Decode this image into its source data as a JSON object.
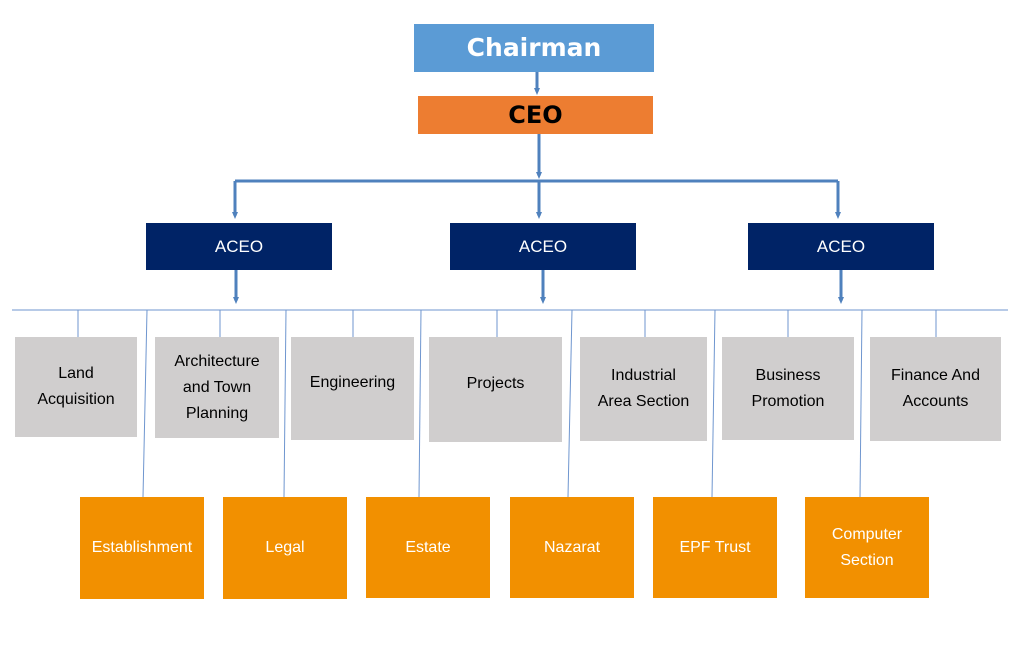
{
  "colors": {
    "chairman": "#5b9bd5",
    "ceo": "#ed7d31",
    "aceo": "#002366",
    "department": "#d0cece",
    "section": "#f29000",
    "connector": "#5b8ac6"
  },
  "chairman": "Chairman",
  "ceo": "CEO",
  "aceos": [
    "ACEO",
    "ACEO",
    "ACEO"
  ],
  "departments": [
    "Land Acquisition",
    "Architecture and Town Planning",
    "Engineering",
    "Projects",
    "Industrial Area Section",
    "Business Promotion",
    "Finance And Accounts"
  ],
  "sections": [
    "Establishment",
    "Legal",
    "Estate",
    "Nazarat",
    "EPF Trust",
    "Computer Section"
  ]
}
